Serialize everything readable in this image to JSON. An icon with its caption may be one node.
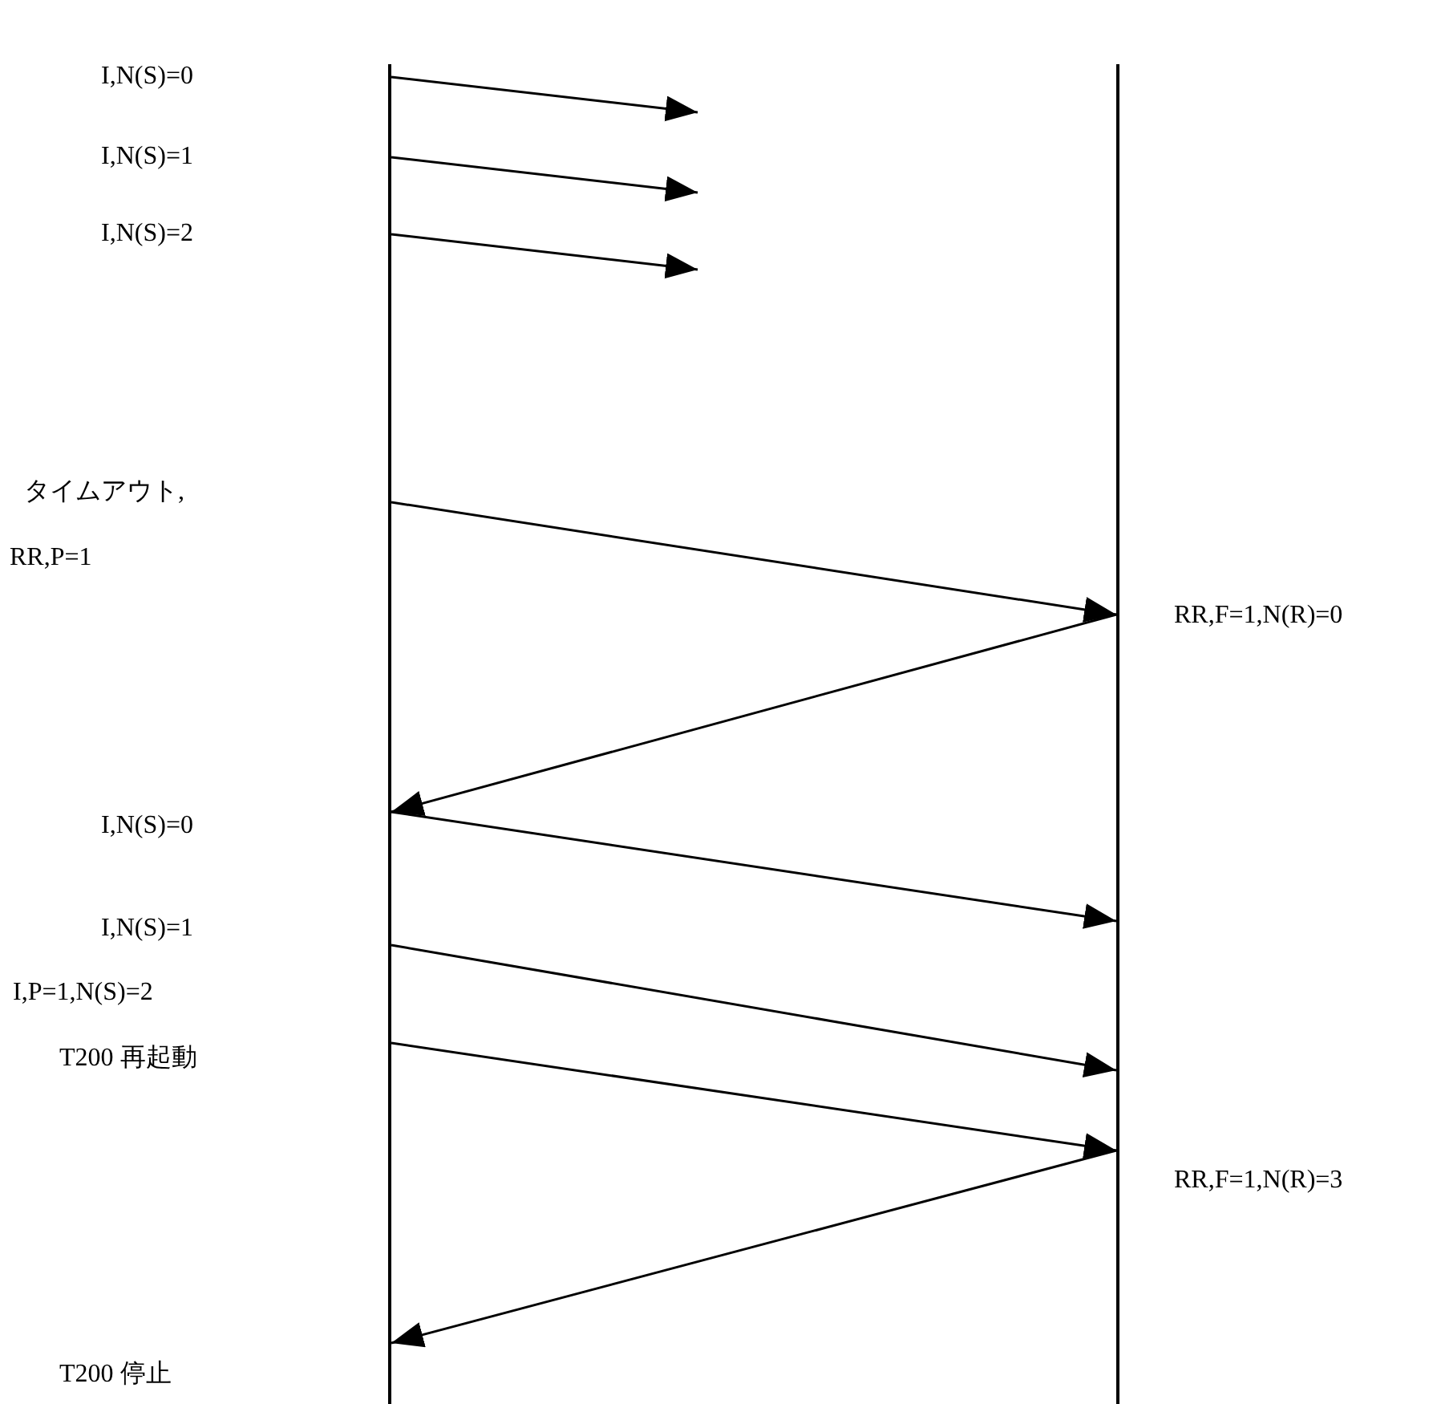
{
  "diagram": {
    "nodes": [
      {
        "text": [],
        "shape": "line"
      },
      {
        "text": [],
        "shape": "line"
      }
    ],
    "edges": [
      {
        "from": 0,
        "to": null,
        "arrow": "to"
      },
      {
        "from": 0,
        "to": null,
        "arrow": "to"
      },
      {
        "from": 0,
        "to": null,
        "arrow": "to"
      },
      {
        "from": 0,
        "to": 1,
        "arrow": "to"
      },
      {
        "from": 1,
        "to": 0,
        "arrow": "to"
      },
      {
        "from": 0,
        "to": 1,
        "arrow": "to"
      },
      {
        "from": 0,
        "to": 1,
        "arrow": "to"
      },
      {
        "from": 0,
        "to": 1,
        "arrow": "to"
      },
      {
        "from": 1,
        "to": 0,
        "arrow": "to"
      }
    ],
    "labels": [
      "I,N(S)=0",
      "I,N(S)=1",
      "I,N(S)=2",
      "タイムアウト,",
      "RR,P=1",
      "RR,F=1,N(R)=0",
      "I,N(S)=0",
      "I,N(S)=1",
      "I,P=1,N(S)=2",
      "T200 再起動",
      "RR,F=1,N(R)=3",
      "T200 停止"
    ]
  }
}
